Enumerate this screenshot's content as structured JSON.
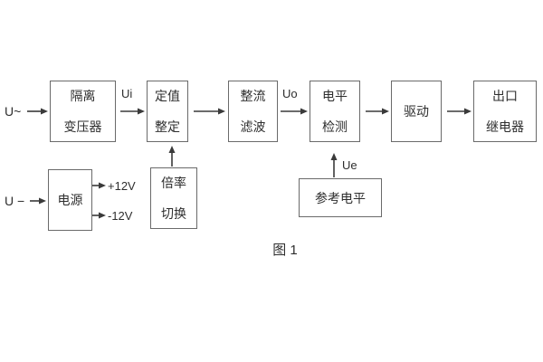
{
  "figure": {
    "caption": "图 1"
  },
  "colors": {
    "background": "#ffffff",
    "box_border": "#6a6a6a",
    "arrow_line": "#3a3a3a",
    "text": "#2e2e2e"
  },
  "diagram": {
    "inputs": {
      "ac": "U~",
      "dc": "U −"
    },
    "signals": {
      "ui": "Ui",
      "uo": "Uo",
      "ue": "Ue",
      "rail_pos": "+12V",
      "rail_neg": "-12V"
    },
    "blocks": {
      "isolation_transformer": {
        "line1": "隔离",
        "line2": "变压器"
      },
      "setting_adjust": {
        "line1": "定值",
        "line2": "整定"
      },
      "rectify_filter": {
        "line1": "整流",
        "line2": "滤波"
      },
      "level_detect": {
        "line1": "电平",
        "line2": "检测"
      },
      "drive": {
        "label": "驱动"
      },
      "output_relay": {
        "line1": "出口",
        "line2": "继电器"
      },
      "power_supply": {
        "label": "电源"
      },
      "ratio_switch": {
        "line1": "倍率",
        "line2": "切换"
      },
      "reference_level": {
        "label": "参考电平"
      }
    }
  }
}
